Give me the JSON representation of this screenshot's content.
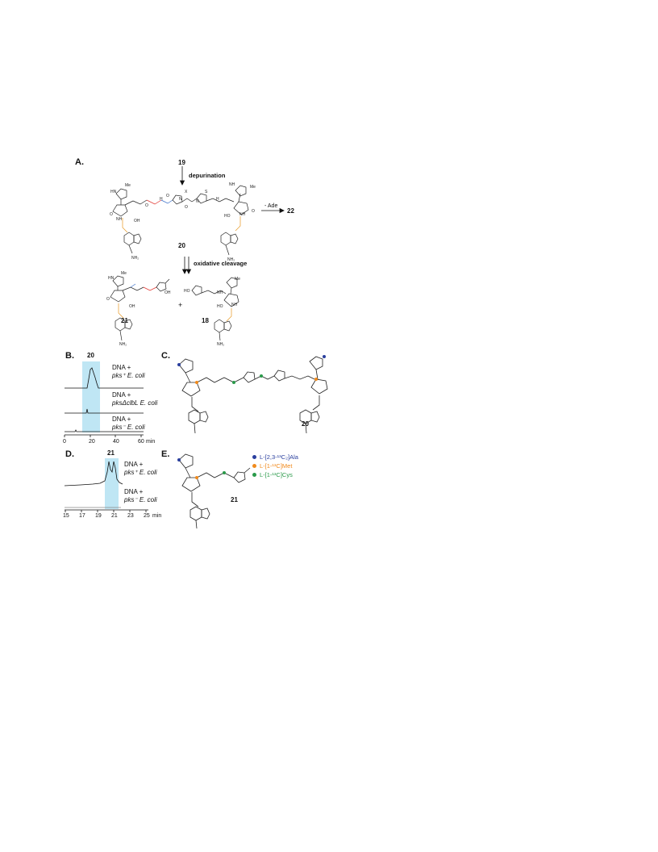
{
  "panels": {
    "A": "A.",
    "B": "B.",
    "C": "C.",
    "D": "D.",
    "E": "E."
  },
  "panelA": {
    "start_compound": "19",
    "step1_label": "depurination",
    "intermediate": "20",
    "side_reaction_label": "- Ade",
    "side_product": "22",
    "step2_label": "oxidative cleavage",
    "product_left": "21",
    "plus": "+",
    "product_right": "18",
    "atoms": {
      "HN": "HN",
      "NH": "NH",
      "Me": "Me",
      "O": "O",
      "OH": "OH",
      "HO": "HO",
      "N": "N",
      "S": "S",
      "X": "X",
      "H": "H",
      "NH2": "NH₂"
    }
  },
  "panelB": {
    "peak_label": "20",
    "traces": [
      {
        "line1": "DNA +",
        "line2": "pks⁺ E. coli"
      },
      {
        "line1": "DNA +",
        "line2": "pksΔclbL E. coli"
      },
      {
        "line1": "DNA +",
        "line2": "pks⁻ E. coli"
      }
    ],
    "axis_ticks": [
      "0",
      "20",
      "40",
      "60"
    ],
    "axis_unit": "min",
    "highlight_color": "#bfe6f4"
  },
  "panelC": {
    "compound": "20"
  },
  "panelD": {
    "peak_label": "21",
    "traces": [
      {
        "line1": "DNA +",
        "line2": "pks⁺ E. coli"
      },
      {
        "line1": "DNA +",
        "line2": "pks⁻ E. coli"
      }
    ],
    "axis_ticks": [
      "15",
      "17",
      "19",
      "21",
      "23",
      "25"
    ],
    "axis_unit": "min",
    "highlight_color": "#bfe6f4"
  },
  "panelE": {
    "compound": "21",
    "legend": [
      {
        "label": "L-[2,3-¹³C₂]Ala",
        "color": "#2a3f9e"
      },
      {
        "label": "L-[1-¹³C]Met",
        "color": "#f08a1c"
      },
      {
        "label": "L-[1-¹³C]Cys",
        "color": "#2a9a4a"
      }
    ]
  },
  "colors": {
    "red_bond": "#e0302a",
    "blue_bond": "#3a6fc9",
    "orange_bond": "#e8961e",
    "highlight": "#bfe6f4"
  }
}
